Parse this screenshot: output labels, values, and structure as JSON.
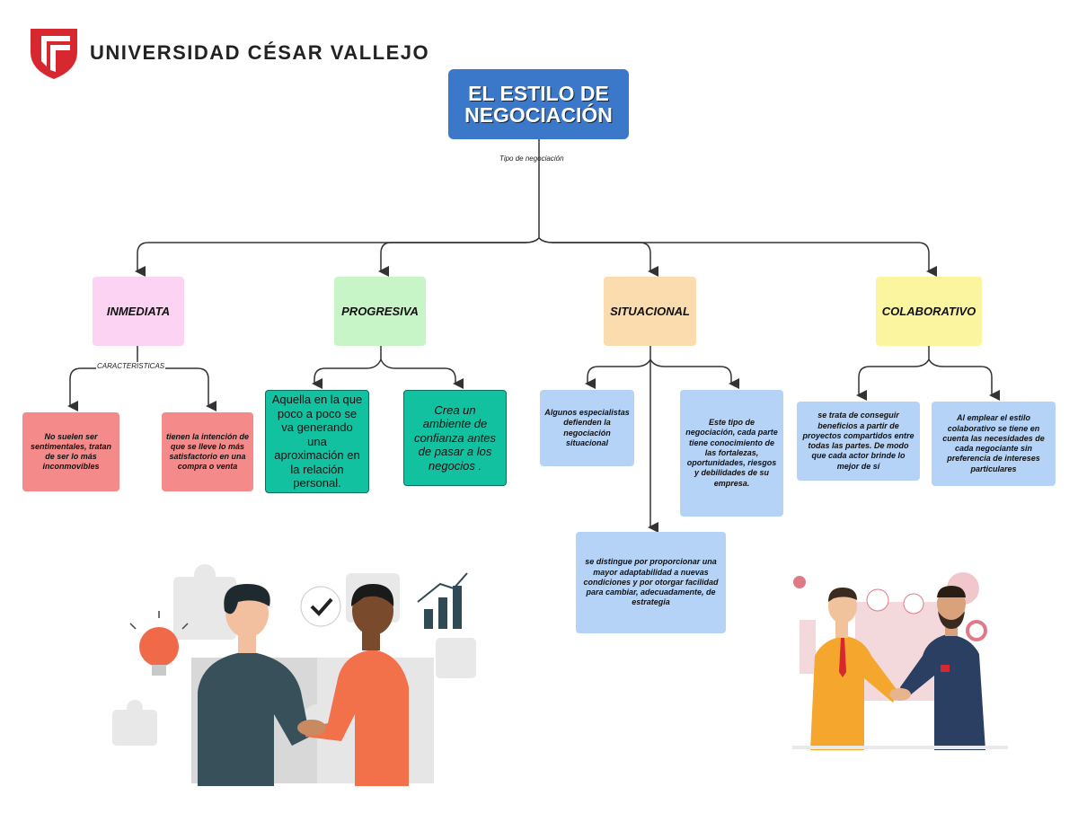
{
  "header": {
    "university": "UNIVERSIDAD CÉSAR VALLEJO"
  },
  "title": "EL ESTILO DE NEGOCIACIÓN",
  "edge_labels": {
    "tipos": "Tipo de negociación",
    "caracteristicas": "CARACTERISTICAS"
  },
  "types": [
    {
      "name": "INMEDIATA",
      "color": "#fcd3f2"
    },
    {
      "name": "PROGRESIVA",
      "color": "#c8f5c8"
    },
    {
      "name": "SITUACIONAL",
      "color": "#fbdcae"
    },
    {
      "name": "COLABORATIVO",
      "color": "#fcf5a0"
    }
  ],
  "details": {
    "inmediata_1": "No suelen ser sentimentales, tratan de ser lo más inconmovibles",
    "inmediata_2": "tienen la intención de que se lleve lo más satisfactorio en una compra o venta",
    "progresiva_1": "Aquella en la que poco a poco se va generando una aproximación en la relación personal.",
    "progresiva_2": "Crea un ambiente de confianza antes de pasar a los negocios .",
    "situacional_1": "Algunos especialistas defienden la negociación situacional",
    "situacional_2": "Este tipo de negociación, cada parte tiene conocimiento de las fortalezas, oportunidades, riesgos y debilidades de su empresa.",
    "situacional_3": "se distingue por proporcionar una mayor adaptabilidad a nuevas condiciones y por otorgar facilidad para cambiar, adecuadamente, de estrategia",
    "colaborativo_1": "se trata de conseguir beneficios a partir de proyectos compartidos entre todas las partes. De modo que cada actor brinde lo mejor de sí",
    "colaborativo_2": "Al emplear el estilo colaborativo se tiene en cuenta las necesidades de cada negociante sin preferencia de intereses particulares"
  },
  "colors": {
    "title_bg": "#3b78c9",
    "red_box": "#f58a8a",
    "teal_box": "#12c1a0",
    "blue_box": "#b5d3f7",
    "logo_red": "#d7282f"
  }
}
